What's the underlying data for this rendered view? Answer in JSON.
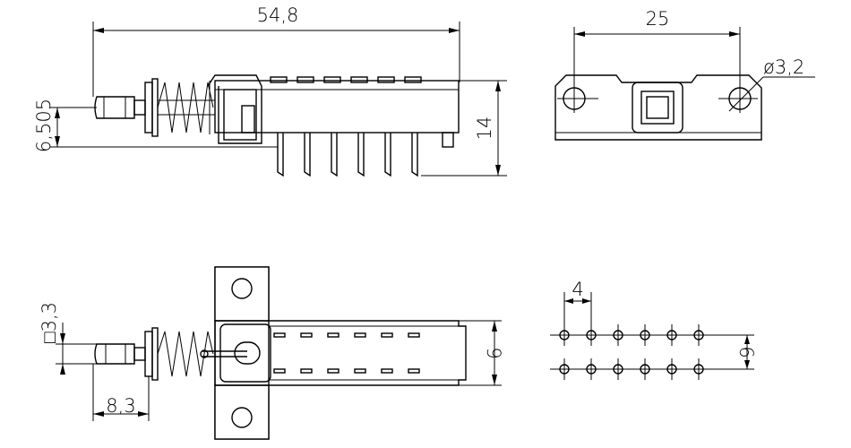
{
  "drawing": {
    "dimensions": {
      "overall_length": "54,8",
      "height": "14",
      "button_offset": "6,505",
      "hole_spacing": "25",
      "hole_diameter": "ø3,2",
      "button_square": "□3,3",
      "button_length": "8,3",
      "width": "9",
      "pin_pitch": "4",
      "row_spacing": "6"
    },
    "colors": {
      "line": "#000000",
      "background": "#ffffff"
    }
  }
}
